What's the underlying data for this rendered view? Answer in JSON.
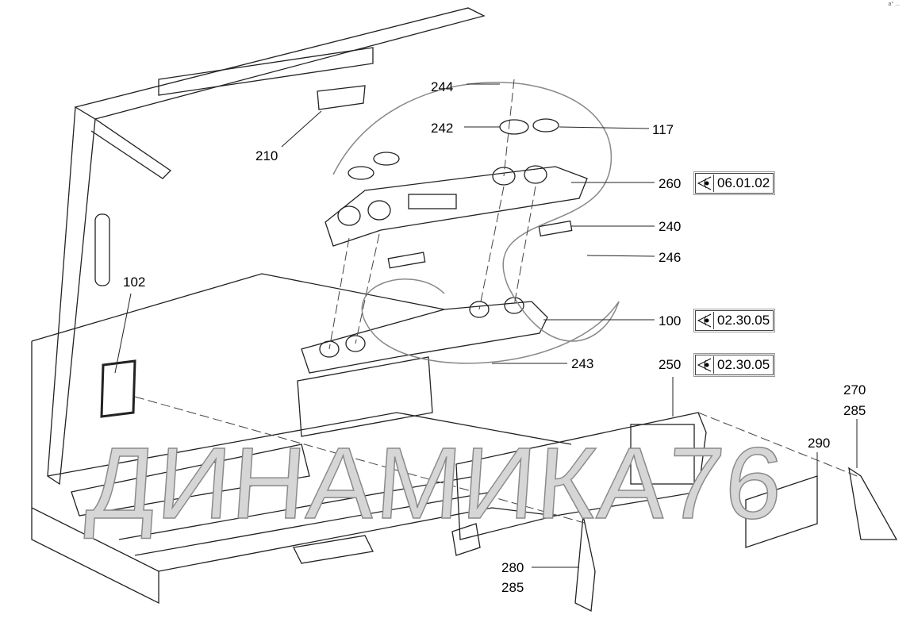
{
  "corner_mark": "a° ...",
  "watermark": "ДИНАМИКА76",
  "callouts": [
    {
      "id": "244",
      "text": "244"
    },
    {
      "id": "242",
      "text": "242"
    },
    {
      "id": "117",
      "text": "117"
    },
    {
      "id": "210",
      "text": "210"
    },
    {
      "id": "260",
      "text": "260"
    },
    {
      "id": "240",
      "text": "240"
    },
    {
      "id": "246",
      "text": "246"
    },
    {
      "id": "102",
      "text": "102"
    },
    {
      "id": "100",
      "text": "100"
    },
    {
      "id": "243",
      "text": "243"
    },
    {
      "id": "250",
      "text": "250"
    },
    {
      "id": "270",
      "text": "270"
    },
    {
      "id": "285a",
      "text": "285"
    },
    {
      "id": "290",
      "text": "290"
    },
    {
      "id": "280",
      "text": "280"
    },
    {
      "id": "285b",
      "text": "285"
    }
  ],
  "references": [
    {
      "part": "260",
      "code": "06.01.02",
      "icon": "view-eye-icon"
    },
    {
      "part": "100",
      "code": "02.30.05",
      "icon": "view-eye-icon"
    },
    {
      "part": "250",
      "code": "02.30.05",
      "icon": "view-eye-icon"
    }
  ]
}
